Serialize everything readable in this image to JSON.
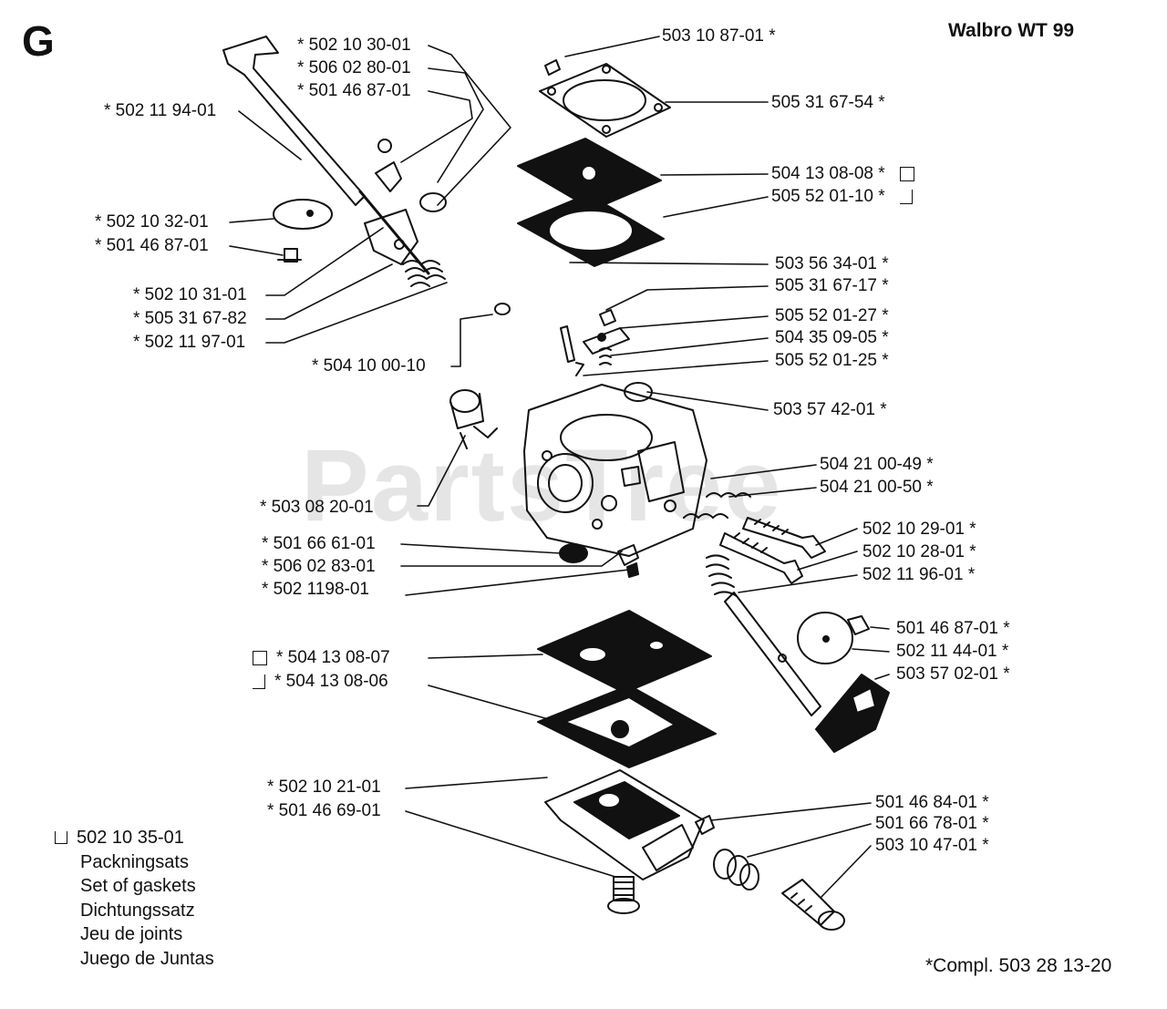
{
  "section_letter": "G",
  "title": "Walbro WT 99",
  "watermark": "PartsTree",
  "labels_left": [
    "* 502 10 30-01",
    "* 506 02 80-01",
    "* 501 46 87-01",
    "* 502 11 94-01",
    "* 502 10 32-01",
    "* 501 46 87-01",
    "* 502 10 31-01",
    "* 505 31 67-82",
    "* 502 11 97-01",
    "* 504 10 00-10",
    "* 503 08 20-01",
    "* 501 66 61-01",
    "* 506 02 83-01",
    "* 502 1198-01",
    "* 504 13 08-07",
    "* 504 13 08-06",
    "* 502 10 21-01",
    "* 501 46 69-01"
  ],
  "labels_right": [
    "503 10 87-01 *",
    "505 31 67-54 *",
    "504 13 08-08 *",
    "505 52 01-10 *",
    "503 56 34-01 *",
    "505 31 67-17 *",
    "505 52 01-27 *",
    "504 35 09-05 *",
    "505 52 01-25 *",
    "503 57 42-01 *",
    "504 21 00-49 *",
    "504 21 00-50 *",
    "502 10 29-01 *",
    "502 10 28-01 *",
    "502 11 96-01 *",
    "501 46 87-01 *",
    "502 11 44-01 *",
    "503 57 02-01 *",
    "501 46 84-01 *",
    "501 66 78-01 *",
    "503 10 47-01 *"
  ],
  "legend": {
    "code": "502 10 35-01",
    "lines": [
      "Packningsats",
      "Set of gaskets",
      "Dichtungssatz",
      "Jeu de joints",
      "Juego de Juntas"
    ]
  },
  "compl": {
    "prefix": "*Compl.",
    "code": "503 28 13-20"
  }
}
